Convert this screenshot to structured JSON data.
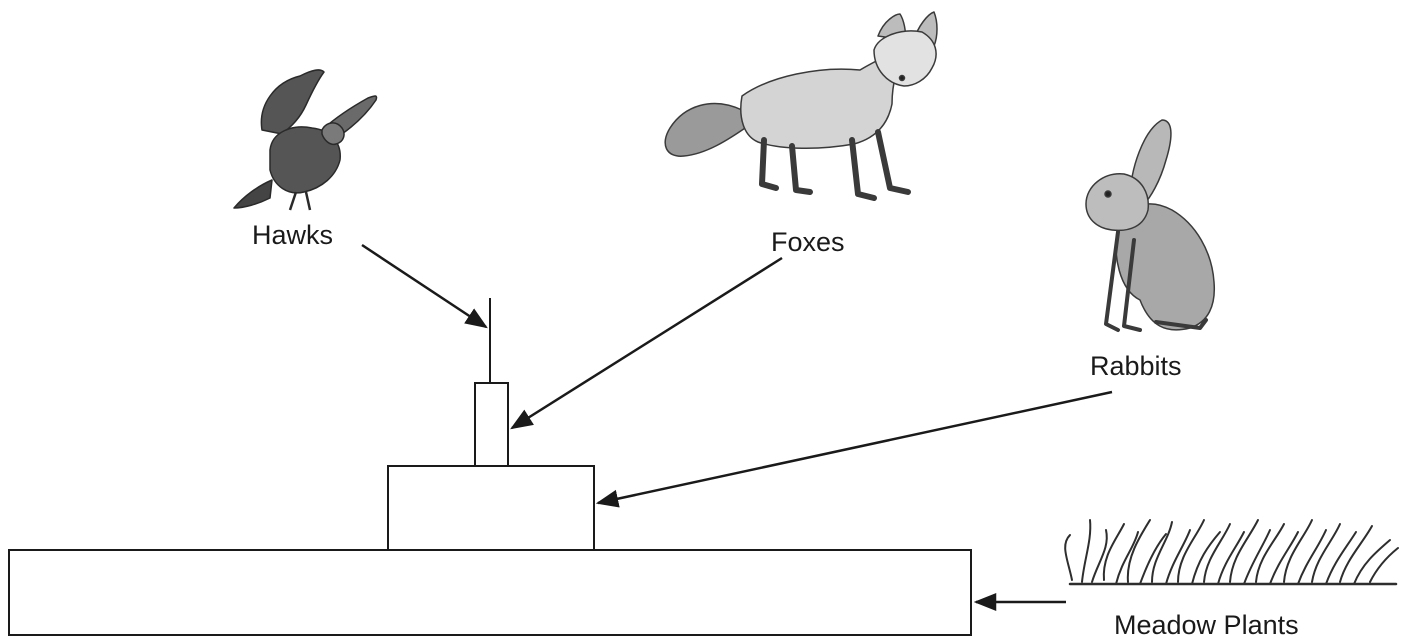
{
  "organisms": {
    "hawks": "Hawks",
    "foxes": "Foxes",
    "rabbits": "Rabbits",
    "meadow_plants": "Meadow Plants"
  },
  "pyramid": {
    "levels": 4,
    "base_level": "meadow_plants",
    "top_level": "hawks"
  },
  "links": [
    {
      "from": "hawks",
      "to": "level-4"
    },
    {
      "from": "foxes",
      "to": "level-3"
    },
    {
      "from": "rabbits",
      "to": "level-2"
    },
    {
      "from": "meadow_plants",
      "to": "level-1"
    }
  ],
  "icons": [
    "hawk-icon",
    "fox-icon",
    "rabbit-icon",
    "grass-icon"
  ],
  "colors": {
    "line": "#1a1a1a",
    "shade_dark": "#555555",
    "shade_mid": "#8a8a8a",
    "shade_light": "#c8c8c8"
  }
}
